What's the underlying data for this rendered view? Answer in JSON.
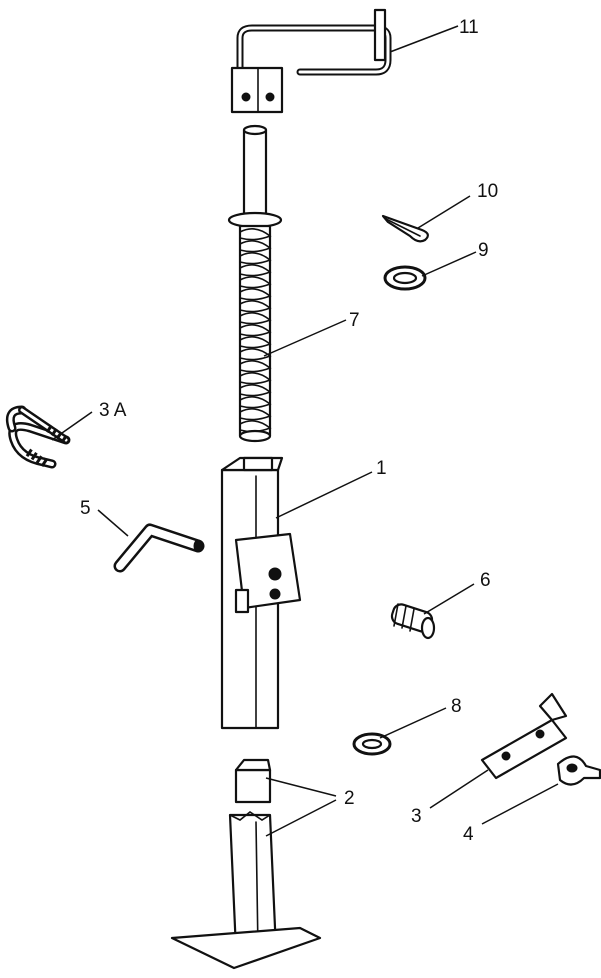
{
  "callouts": {
    "c1": "1",
    "c2": "2",
    "c3": "3",
    "c3a": "3 A",
    "c4": "4",
    "c5": "5",
    "c6": "6",
    "c7": "7",
    "c8": "8",
    "c9": "9",
    "c10": "10",
    "c11": "11"
  }
}
